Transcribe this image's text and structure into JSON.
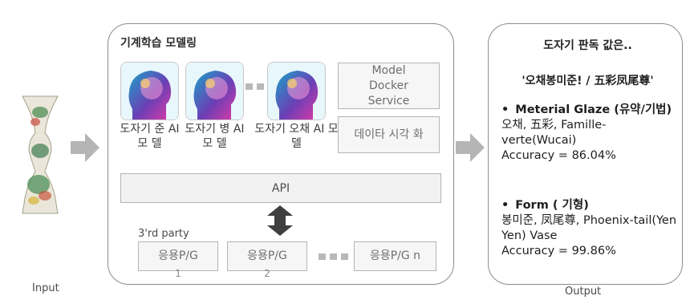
{
  "input": {
    "label": "Input"
  },
  "output": {
    "label": "Output"
  },
  "ml_panel": {
    "title": "기계학습 모델링",
    "models": [
      {
        "label": "도자기 준 AI 모 델"
      },
      {
        "label": "도자기 병 AI 모 델"
      },
      {
        "label": "도자기 오채 AI 모 델"
      }
    ],
    "docker": "Model Docker Service",
    "viz": "데이타 시각 화",
    "api": "API",
    "third_party": "3'rd party",
    "apps": [
      {
        "name": "응용P/G",
        "num": "1"
      },
      {
        "name": "응용P/G",
        "num": "2"
      },
      {
        "name": "응용P/G n",
        "num": ""
      }
    ]
  },
  "result_panel": {
    "title": "도자기 판독 값은..",
    "subtitle": "'오채봉미준! / 五彩凤尾尊'",
    "sections": [
      {
        "bullet": "•",
        "heading": "Meterial Glaze (유약/기법)",
        "value": "오채, 五彩, Famille-verte(Wucai)",
        "accuracy": "Accuracy = 86.04%"
      },
      {
        "bullet": "•",
        "heading": "Form ( 기형)",
        "value": "봉미준, 凤尾尊, Phoenix-tail(Yen Yen) Vase",
        "accuracy": "Accuracy = 99.86%"
      }
    ]
  },
  "colors": {
    "arrow": "#b5b5b5",
    "panel_border": "#8c8c8c",
    "box_fill": "#f6f6f6"
  }
}
